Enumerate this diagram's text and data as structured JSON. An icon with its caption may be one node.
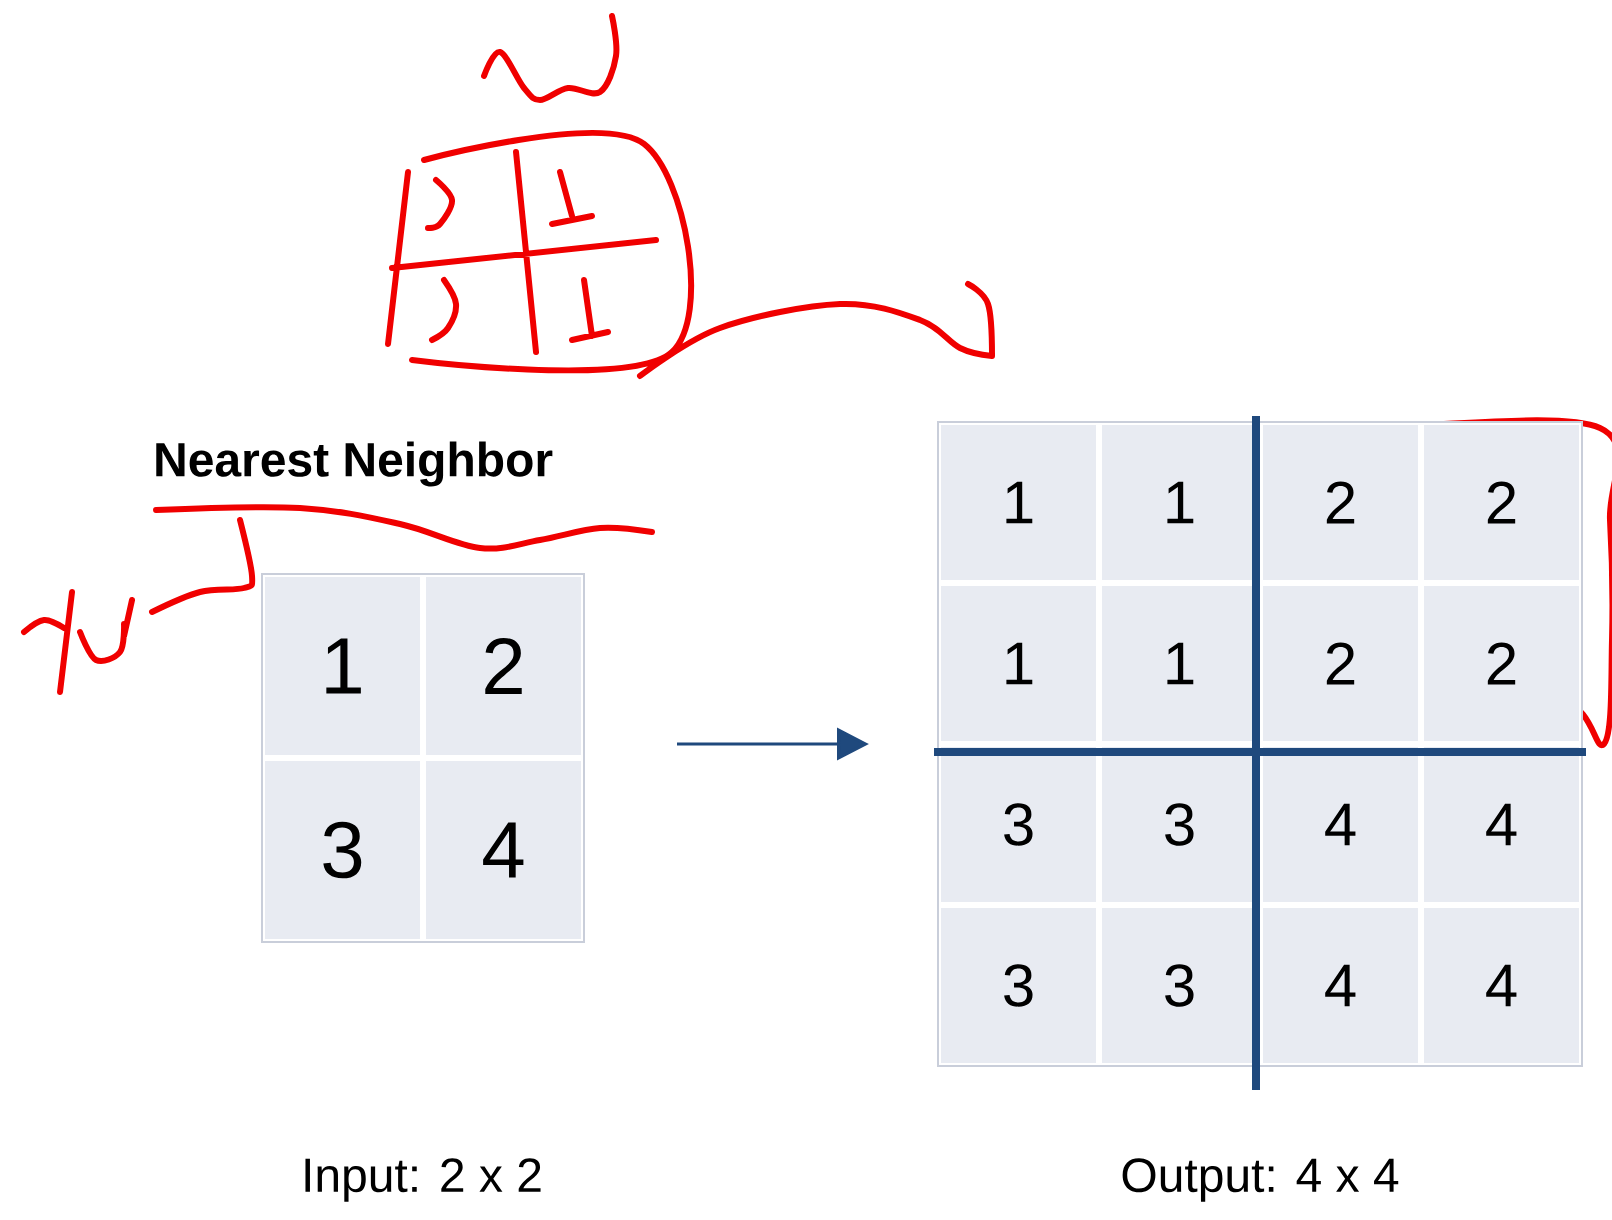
{
  "diagram": {
    "title": "Nearest Neighbor",
    "nodes": [
      {
        "text": [],
        "shape": "box"
      },
      {
        "text": [
          "1"
        ],
        "in": 0
      },
      {
        "text": [
          "2"
        ],
        "in": 0
      },
      {
        "text": [
          "3"
        ],
        "in": 0
      },
      {
        "text": [
          "4"
        ],
        "in": 0
      },
      {
        "text": [],
        "shape": "box"
      },
      {
        "text": [
          "1"
        ],
        "in": 5
      },
      {
        "text": [
          "1"
        ],
        "in": 5
      },
      {
        "text": [
          "2"
        ],
        "in": 5
      },
      {
        "text": [
          "2"
        ],
        "in": 5
      },
      {
        "text": [
          "1"
        ],
        "in": 5
      },
      {
        "text": [
          "1"
        ],
        "in": 5
      },
      {
        "text": [
          "2"
        ],
        "in": 5
      },
      {
        "text": [
          "2"
        ],
        "in": 5
      },
      {
        "text": [
          "3"
        ],
        "in": 5
      },
      {
        "text": [
          "3"
        ],
        "in": 5
      },
      {
        "text": [
          "4"
        ],
        "in": 5
      },
      {
        "text": [
          "4"
        ],
        "in": 5
      },
      {
        "text": [
          "3"
        ],
        "in": 5
      },
      {
        "text": [
          "3"
        ],
        "in": 5
      },
      {
        "text": [
          "4"
        ],
        "in": 5
      },
      {
        "text": [
          "4"
        ],
        "in": 5
      }
    ],
    "edges": [
      {
        "from": 0,
        "to": 5,
        "arrow": "to",
        "color": "#1f497d"
      }
    ],
    "labels": [
      "Input: 2 x 2",
      "Output: 4 x 4"
    ]
  }
}
